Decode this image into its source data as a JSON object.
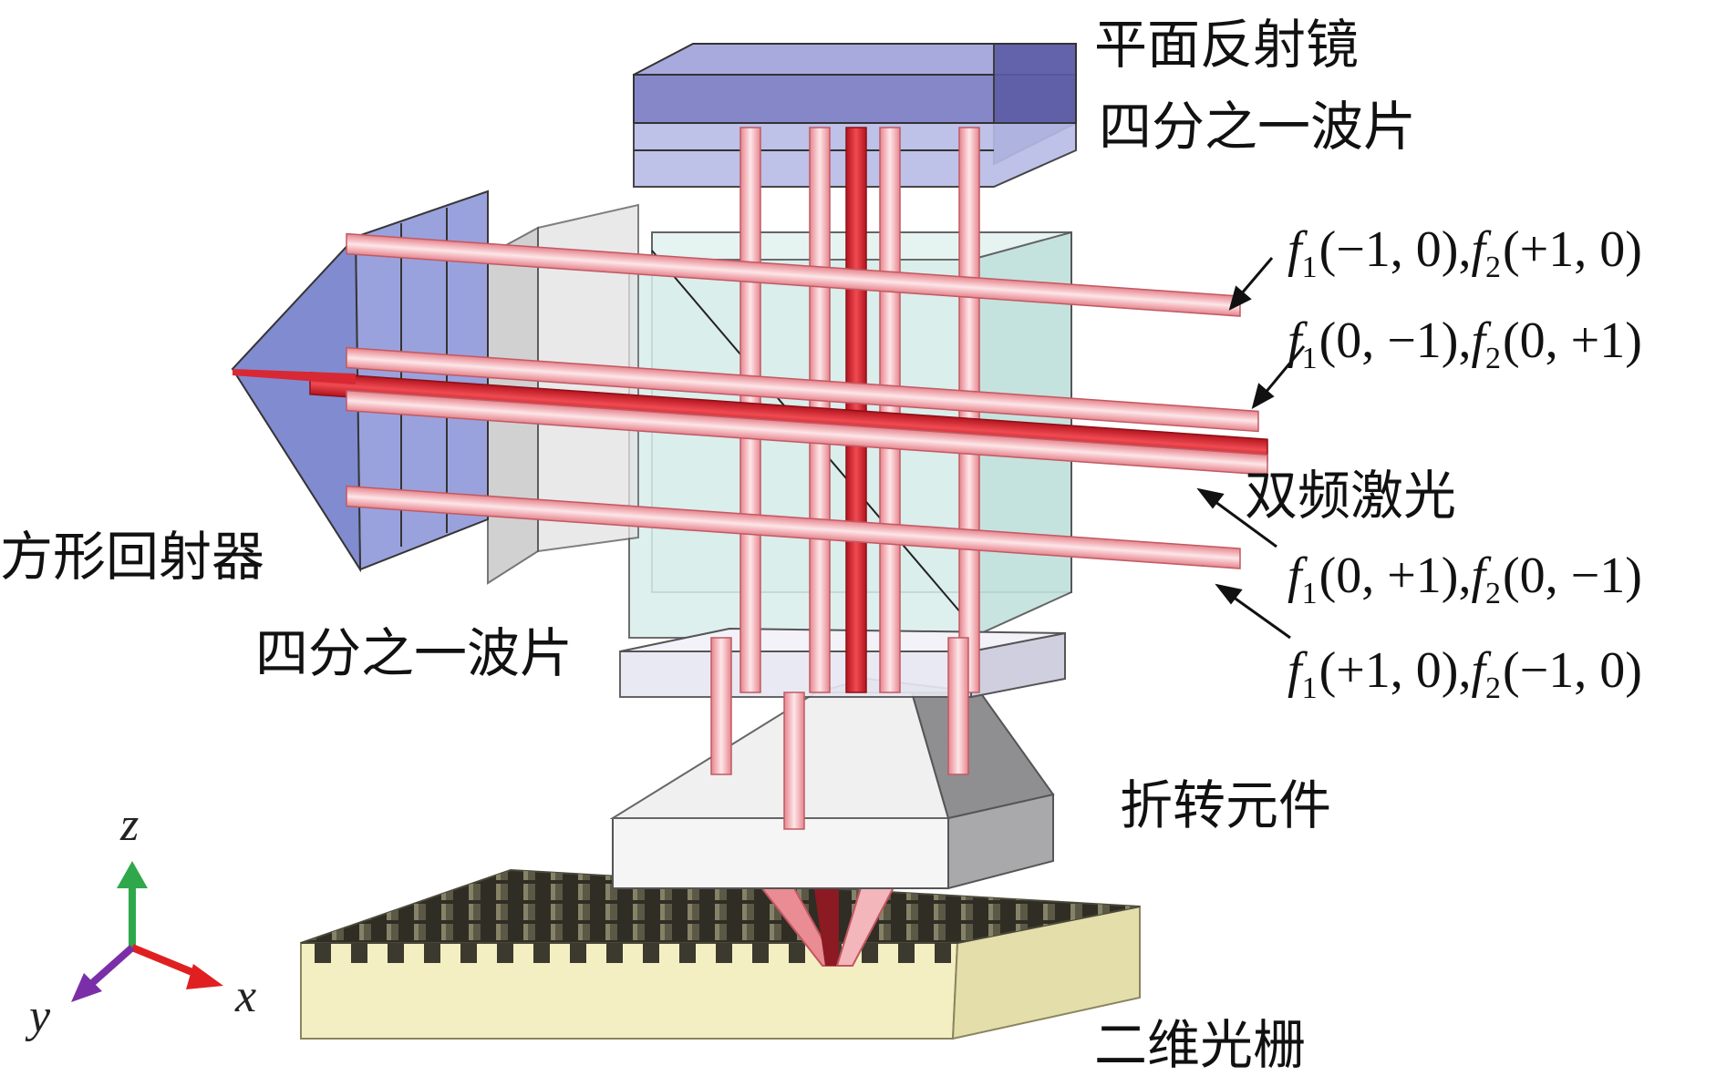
{
  "labels": {
    "plane_mirror": "平面反射镜",
    "qwp_top": "四分之一波片",
    "dual_freq_laser": "双频激光",
    "corner_reflector": "方形回射器",
    "qwp_left": "四分之一波片",
    "fold_element": "折转元件",
    "grating_2d": "二维光栅"
  },
  "orders": [
    {
      "f1": "(−1, 0),",
      "f2": "(+1, 0)"
    },
    {
      "f1": "(0, −1),",
      "f2": "(0, +1)"
    },
    {
      "f1": "(0, +1),",
      "f2": "(0, −1)"
    },
    {
      "f1": "(+1, 0),",
      "f2": "(−1, 0)"
    }
  ],
  "order_symbols": {
    "f1": "f",
    "f1_sub": "1",
    "f2": "f",
    "f2_sub": "2"
  },
  "axes": {
    "x": "x",
    "y": "y",
    "z": "z"
  },
  "colors": {
    "mirror": "#8f8fd0",
    "qwp_blue": "#b8bde8",
    "prism_glass": "#cfe9e6",
    "corner": "#8c96d8",
    "beam_light": "#f4a6ad",
    "beam_main": "#e0303a",
    "grating_base": "#f3efc2",
    "grating_tooth": "#5a5848",
    "axis_x": "#e02020",
    "axis_y": "#7a2fa8",
    "axis_z": "#2ea84a"
  }
}
